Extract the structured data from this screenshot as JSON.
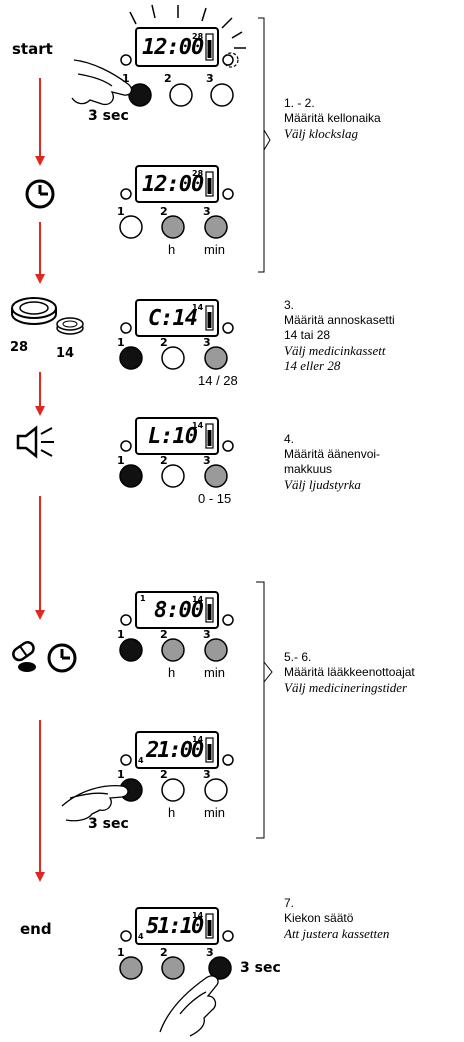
{
  "flow": {
    "start_label": "start",
    "end_label": "end",
    "hold_label": "3 sec"
  },
  "colors": {
    "arrow": "#e0261f",
    "dark_button": "#111111",
    "gray_button": "#9a9a9a",
    "white_button": "#ffffff"
  },
  "displays": {
    "d1": {
      "main": "12:00",
      "small": "28"
    },
    "d2": {
      "main": "12:00",
      "small": "28"
    },
    "d3": {
      "main": "C:14",
      "small": "14"
    },
    "d4": {
      "main": "L:10",
      "small": "14"
    },
    "d5": {
      "main": "8:00",
      "small_left": "1",
      "small": "14"
    },
    "d6": {
      "main": "21:00",
      "small_left": "4",
      "small": "14"
    },
    "d7": {
      "main": "51:10",
      "small_left": "4",
      "small": "14"
    }
  },
  "button_numbers": [
    "1",
    "2",
    "3"
  ],
  "captions": {
    "h": "h",
    "min": "min",
    "cassette_range": "14 / 28",
    "volume_range": "0 - 15",
    "cassette_28": "28",
    "cassette_14": "14"
  },
  "icons": [
    "clock-icon",
    "cassette-icon",
    "speaker-icon",
    "pill-icon",
    "finger-icon"
  ],
  "notes": {
    "n12": {
      "num": "1. - 2.",
      "fi": "Määritä kellonaika",
      "sv": "Välj klockslag"
    },
    "n3": {
      "num": "3.",
      "fi1": "Määritä annoskasetti",
      "fi2": "14 tai 28",
      "sv1": "Välj medicinkassett",
      "sv2": "14 eller 28"
    },
    "n4": {
      "num": "4.",
      "fi1": "Määritä äänenvoi-",
      "fi2": "makkuus",
      "sv": "Välj ljudstyrka"
    },
    "n56": {
      "num": "5.- 6.",
      "fi": "Määritä lääkkeenottoajat",
      "sv": "Välj medicineringstider"
    },
    "n7": {
      "num": "7.",
      "fi": "Kiekon säätö",
      "sv": "Att justera kassetten"
    }
  }
}
